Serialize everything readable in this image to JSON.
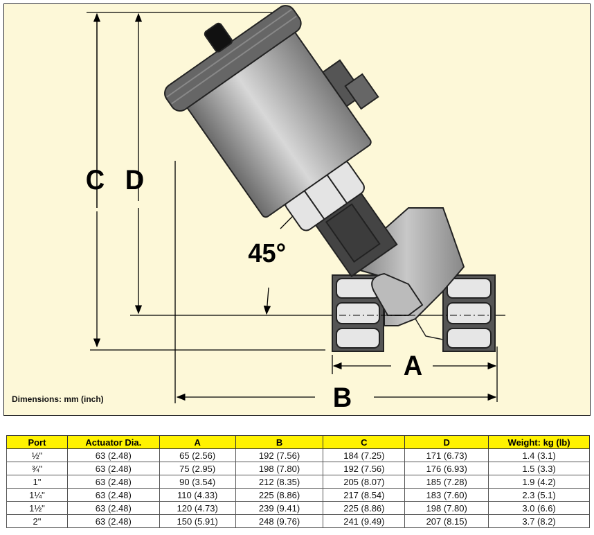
{
  "drawing": {
    "labels": {
      "c": "C",
      "d": "D",
      "a": "A",
      "b": "B",
      "angle": "45°"
    },
    "note": "Dimensions: mm (inch)",
    "colors": {
      "background": "#fdf8d8",
      "header": "#fff200"
    }
  },
  "table": {
    "headers": [
      "Port",
      "Actuator Dia.",
      "A",
      "B",
      "C",
      "D",
      "Weight: kg (lb)"
    ],
    "rows": [
      [
        "½\"",
        "63 (2.48)",
        "65 (2.56)",
        "192 (7.56)",
        "184 (7.25)",
        "171 (6.73)",
        "1.4 (3.1)"
      ],
      [
        "¾\"",
        "63 (2.48)",
        "75 (2.95)",
        "198 (7.80)",
        "192 (7.56)",
        "176 (6.93)",
        "1.5 (3.3)"
      ],
      [
        "1\"",
        "63 (2.48)",
        "90 (3.54)",
        "212 (8.35)",
        "205 (8.07)",
        "185 (7.28)",
        "1.9 (4.2)"
      ],
      [
        "1¼\"",
        "63 (2.48)",
        "110 (4.33)",
        "225 (8.86)",
        "217 (8.54)",
        "183 (7.60)",
        "2.3 (5.1)"
      ],
      [
        "1½\"",
        "63 (2.48)",
        "120 (4.73)",
        "239 (9.41)",
        "225 (8.86)",
        "198 (7.80)",
        "3.0 (6.6)"
      ],
      [
        "2\"",
        "63 (2.48)",
        "150 (5.91)",
        "248 (9.76)",
        "241 (9.49)",
        "207 (8.15)",
        "3.7 (8.2)"
      ]
    ]
  }
}
